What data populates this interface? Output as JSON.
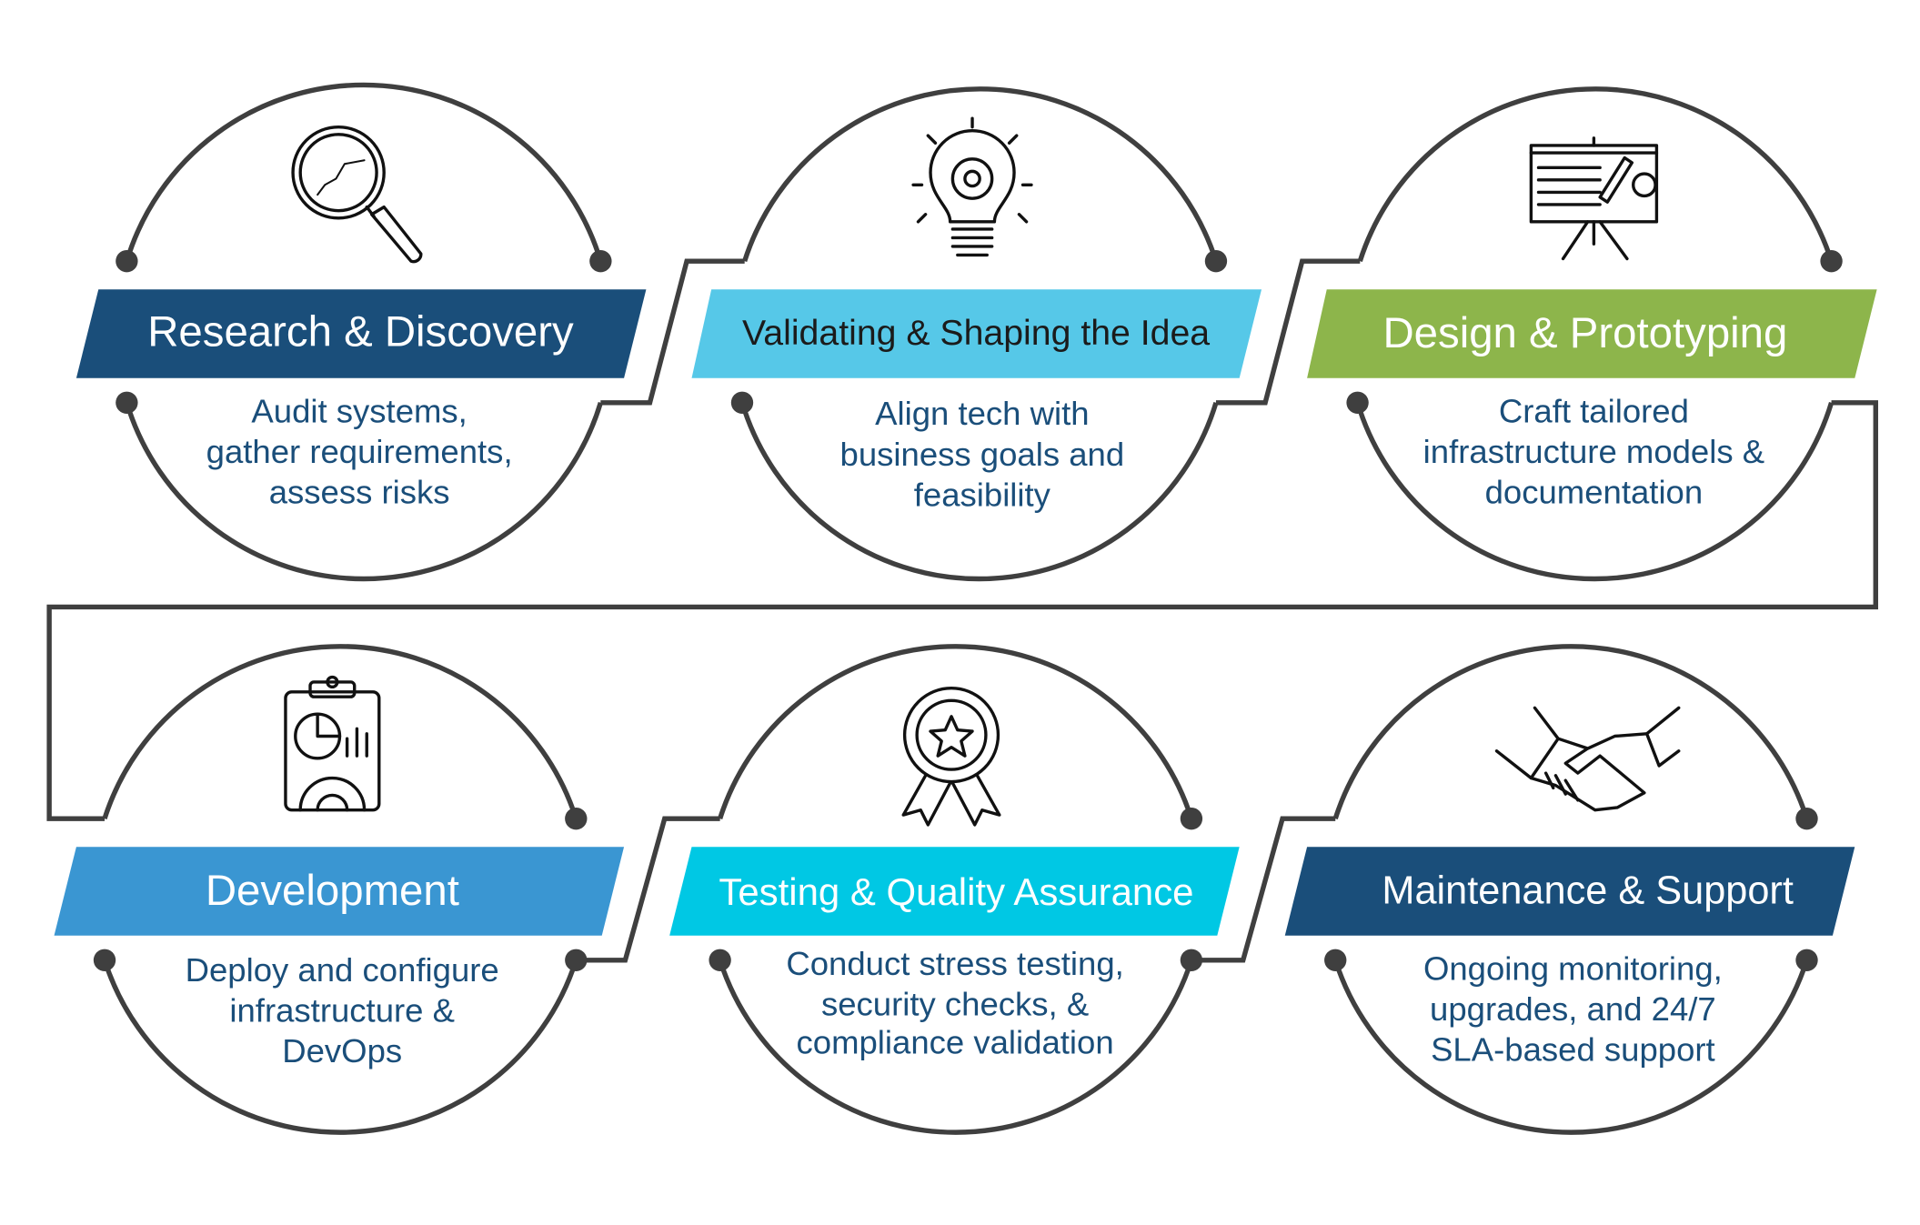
{
  "steps": [
    {
      "title": "Research & Discovery",
      "description": [
        "Audit systems,",
        "gather requirements,",
        "assess risks"
      ],
      "color": "#1a4e7a",
      "icon": "magnifier-chart-icon"
    },
    {
      "title": "Validating & Shaping the Idea",
      "description": [
        "Align tech with",
        "business goals and",
        "feasibility"
      ],
      "color": "#56c8e8",
      "icon": "lightbulb-gear-icon"
    },
    {
      "title": "Design & Prototyping",
      "description": [
        "Craft tailored",
        "infrastructure models &",
        "documentation"
      ],
      "color": "#8db54b",
      "icon": "presentation-board-icon"
    },
    {
      "title": "Development",
      "description": [
        "Deploy and configure",
        "infrastructure &",
        "DevOps"
      ],
      "color": "#3a96d2",
      "icon": "clipboard-chart-gear-icon"
    },
    {
      "title": "Testing & Quality Assurance",
      "description": [
        "Conduct stress testing,",
        "security checks, &",
        "compliance validation"
      ],
      "color": "#00c8e4",
      "icon": "award-ribbon-icon"
    },
    {
      "title": "Maintenance & Support",
      "description": [
        "Ongoing monitoring,",
        "upgrades, and 24/7",
        "SLA-based support"
      ],
      "color": "#1a4e7a",
      "icon": "handshake-icon"
    }
  ]
}
